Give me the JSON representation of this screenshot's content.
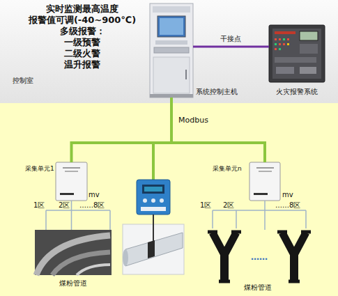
{
  "diagram": {
    "nodes": [
      {
        "text": [
          "控制室"
        ]
      },
      {
        "text": [
          "系统控制主机"
        ],
        "in": 0
      },
      {
        "text": [
          "火灾报警系统"
        ],
        "in": 0
      },
      {
        "text": [
          "采集单元1"
        ]
      },
      {
        "text": [
          "采集单元n"
        ]
      },
      {
        "text": [
          "煤粉管道"
        ]
      },
      {
        "text": [
          "煤粉管道"
        ]
      }
    ],
    "edges": [
      {
        "from": 1,
        "to": 2,
        "label": "干接点",
        "arrow": "none"
      },
      {
        "from": 1,
        "to": 3,
        "label": "Modbus",
        "arrow": "none"
      },
      {
        "from": 1,
        "to": 4,
        "arrow": "none"
      },
      {
        "from": 3,
        "to": 5,
        "arrow": "none"
      },
      {
        "from": 4,
        "to": 6,
        "arrow": "none"
      }
    ],
    "labels": [
      "实时监测最高温度",
      "报警值可调(-40~900℃)",
      "多级报警：",
      "一级预警",
      "二级火警",
      "温升报警",
      "1区",
      "2区",
      "……8区",
      "mv",
      "1区",
      "2区",
      "……8区",
      "mv",
      "……"
    ]
  }
}
